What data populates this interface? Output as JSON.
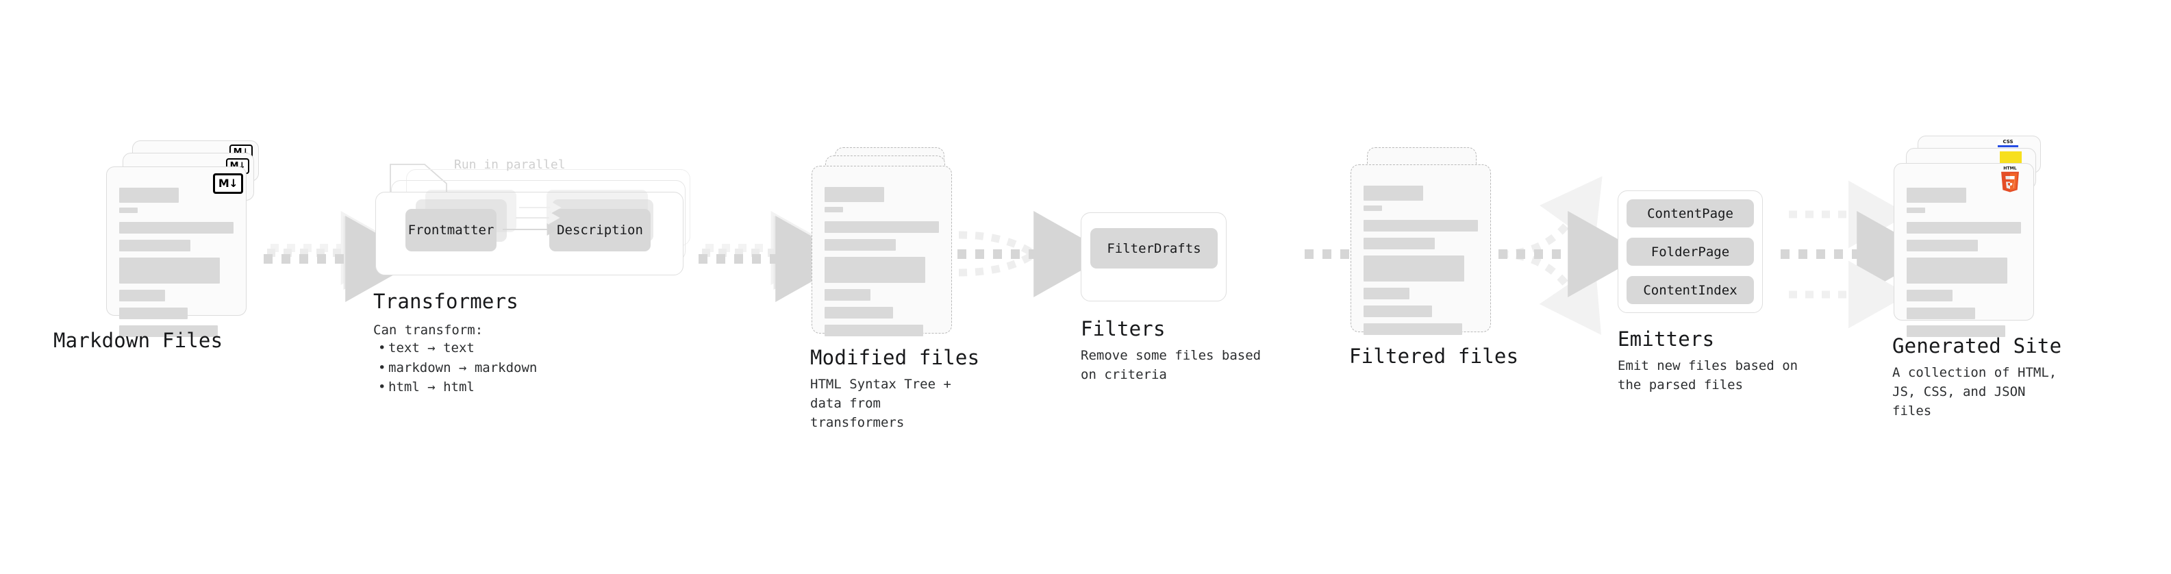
{
  "diagram": {
    "title_font_size": 29,
    "accent_colors": {
      "fill_light": "#d9d9d9",
      "card_border": "#dcdcdc",
      "dashed_border": "#b9b9b9",
      "arrow": "#d6d6d6",
      "text": "#17181a",
      "muted_text": "#cfcfcf",
      "html5_orange": "#e44d26",
      "html5_orange_light": "#f16529",
      "js_yellow": "#f7df1e",
      "css_blue": "#264de4"
    },
    "stages": [
      {
        "id": "markdown-files",
        "title": "Markdown Files",
        "subtitle": "",
        "badge": "markdown-badge",
        "badge_text": "M↓",
        "card_style": "solid",
        "stack_count": 3
      },
      {
        "id": "transformers",
        "title": "Transformers",
        "subtitle_head": "Can transform:",
        "bullets": [
          "text → text",
          "markdown → markdown",
          "html → html"
        ],
        "annotation": "Run in parallel",
        "nodes": [
          "Frontmatter",
          "Description"
        ],
        "stack_count": 3
      },
      {
        "id": "modified-files",
        "title": "Modified files",
        "subtitle": "HTML Syntax Tree +\ndata from transformers",
        "card_style": "dashed",
        "stack_count": 3
      },
      {
        "id": "filters",
        "title": "Filters",
        "subtitle": "Remove some files based\non criteria",
        "nodes": [
          "FilterDrafts"
        ]
      },
      {
        "id": "filtered-files",
        "title": "Filtered files",
        "subtitle": "",
        "card_style": "dashed",
        "stack_count": 2
      },
      {
        "id": "emitters",
        "title": "Emitters",
        "subtitle": "Emit new files based on\nthe parsed files",
        "nodes": [
          "ContentPage",
          "FolderPage",
          "ContentIndex"
        ]
      },
      {
        "id": "generated-site",
        "title": "Generated Site",
        "subtitle": "A collection of HTML,\nJS, CSS, and JSON files",
        "card_style": "solid",
        "stack_count": 3,
        "badges": [
          "css-badge",
          "js-badge",
          "html5-badge"
        ],
        "badge_texts": {
          "css": "CSS",
          "html5_word": "HTML",
          "html5_digit": "5"
        }
      }
    ]
  }
}
